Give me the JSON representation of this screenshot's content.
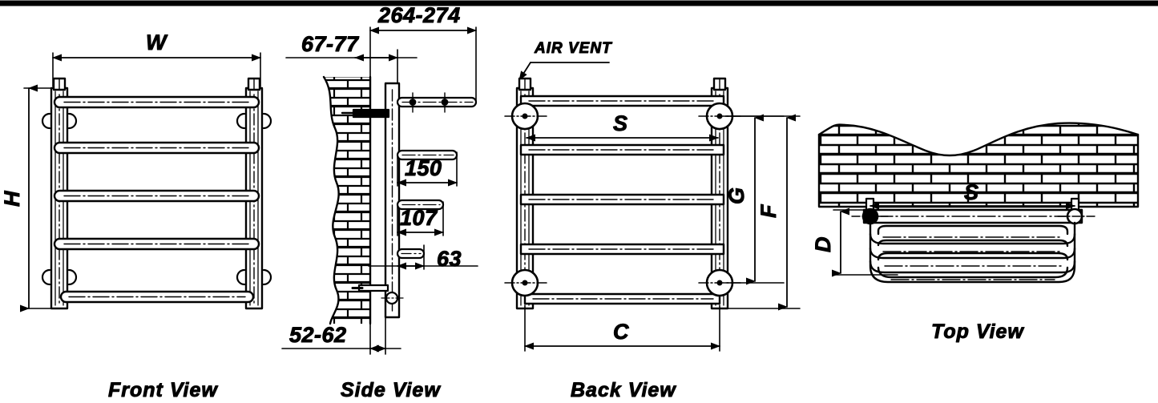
{
  "drawing": {
    "title": "Towel rail radiator technical drawing",
    "line_color": "#000000",
    "background": "#ffffff",
    "border_top": true
  },
  "views": [
    {
      "id": "front",
      "label": "Front View"
    },
    {
      "id": "side",
      "label": "Side View"
    },
    {
      "id": "back",
      "label": "Back View"
    },
    {
      "id": "top",
      "label": "Top View"
    }
  ],
  "annotations": {
    "air_vent": "AIR VENT"
  },
  "dimensions": {
    "front": [
      {
        "name": "W",
        "value": "W",
        "orientation": "horizontal",
        "view": "front"
      },
      {
        "name": "H",
        "value": "H",
        "orientation": "vertical",
        "view": "front"
      }
    ],
    "side": [
      {
        "name": "depth_total",
        "value": "264-274",
        "orientation": "horizontal",
        "view": "side"
      },
      {
        "name": "wall_offset",
        "value": "67-77",
        "orientation": "horizontal",
        "view": "side"
      },
      {
        "name": "rail_150",
        "value": "150",
        "orientation": "horizontal",
        "view": "side"
      },
      {
        "name": "rail_107",
        "value": "107",
        "orientation": "horizontal",
        "view": "side"
      },
      {
        "name": "rail_63",
        "value": "63",
        "orientation": "horizontal",
        "view": "side"
      },
      {
        "name": "bottom_depth",
        "value": "52-62",
        "orientation": "horizontal",
        "view": "side"
      }
    ],
    "back": [
      {
        "name": "S",
        "value": "S",
        "orientation": "horizontal",
        "view": "back"
      },
      {
        "name": "G",
        "value": "G",
        "orientation": "vertical",
        "view": "back"
      },
      {
        "name": "F",
        "value": "F",
        "orientation": "vertical",
        "view": "back"
      },
      {
        "name": "C",
        "value": "C",
        "orientation": "horizontal",
        "view": "back"
      }
    ],
    "top": [
      {
        "name": "S",
        "value": "S",
        "orientation": "horizontal",
        "view": "top"
      },
      {
        "name": "D",
        "value": "D",
        "orientation": "vertical",
        "view": "top"
      }
    ]
  }
}
